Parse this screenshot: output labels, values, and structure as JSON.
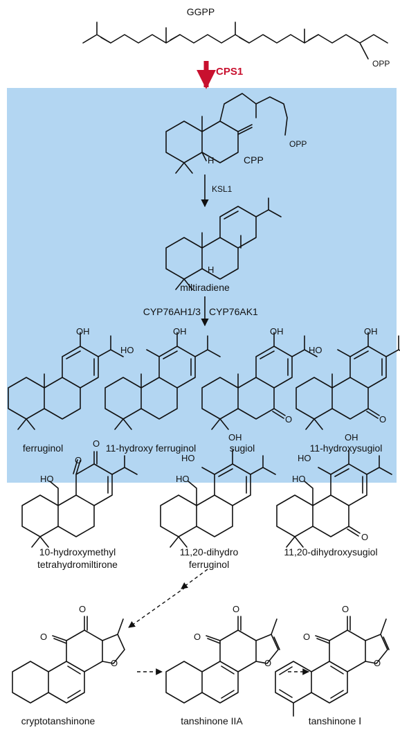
{
  "colors": {
    "panel": "#b3d6f2",
    "accent_red": "#c8102e",
    "ink": "#111111"
  },
  "pathway": {
    "ggpp": "GGPP",
    "opp": "OPP",
    "cps1": "CPS1",
    "cpp": "CPP",
    "ksl1": "KSL1",
    "miltiradiene": "miltiradiene",
    "h": "H",
    "cyp_left": "CYP76AH1/3",
    "cyp_right": "CYP76AK1",
    "oh": "OH",
    "ho": "HO",
    "o": "O"
  },
  "products_row1": [
    {
      "name": "ferruginol"
    },
    {
      "name": "11-hydroxy ferruginol"
    },
    {
      "name": "sugiol"
    },
    {
      "name": "11-hydroxysugiol"
    }
  ],
  "products_row2": [
    {
      "line1": "10-hydroxymethyl",
      "line2": "tetrahydromiltirone"
    },
    {
      "line1": "11,20-dihydro",
      "line2": "ferruginol"
    },
    {
      "line1": "11,20-dihydroxysugiol"
    }
  ],
  "tanshinones": [
    {
      "name": "cryptotanshinone"
    },
    {
      "name": "tanshinone IIA"
    },
    {
      "name": "tanshinone Ⅰ"
    }
  ]
}
